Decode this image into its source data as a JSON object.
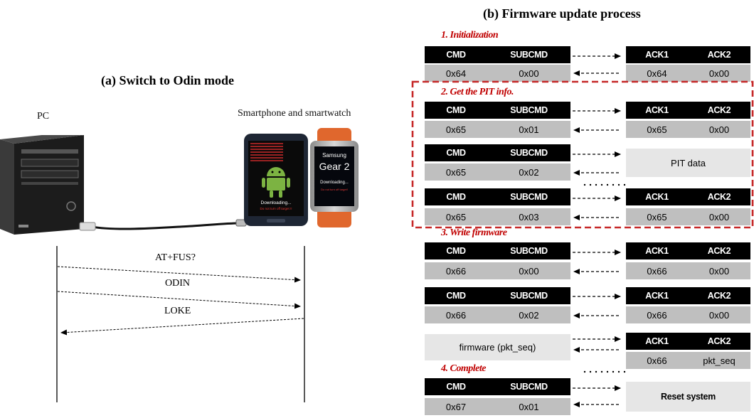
{
  "left": {
    "title": "(a) Switch to Odin mode",
    "pc_label": "PC",
    "devices_label": "Smartphone and smartwatch",
    "phone_screen_text": "Downloading...",
    "phone_screen_subtext": "Do not turn off target !!",
    "watch_brand": "Samsung",
    "watch_model": "Gear 2",
    "watch_screen_text": "Downloading...",
    "watch_screen_subtext": "Do not turn off target!",
    "messages": [
      "AT+FUS?",
      "ODIN",
      "LOKE"
    ]
  },
  "right": {
    "title": "(b) Firmware update process",
    "headers": {
      "cmd": "CMD",
      "subcmd": "SUBCMD",
      "ack1": "ACK1",
      "ack2": "ACK2"
    },
    "steps": {
      "s1": "1. Initialization",
      "s2": "2. Get the PIT info.",
      "s3": "3. Write firmware",
      "s4": "4. Complete"
    },
    "rows": {
      "r1": {
        "cmd": "0x64",
        "subcmd": "0x00",
        "ack1": "0x64",
        "ack2": "0x00"
      },
      "r2": {
        "cmd": "0x65",
        "subcmd": "0x01",
        "ack1": "0x65",
        "ack2": "0x00"
      },
      "r3": {
        "cmd": "0x65",
        "subcmd": "0x02",
        "response": "PIT data"
      },
      "r4": {
        "cmd": "0x65",
        "subcmd": "0x03",
        "ack1": "0x65",
        "ack2": "0x00"
      },
      "r5": {
        "cmd": "0x66",
        "subcmd": "0x00",
        "ack1": "0x66",
        "ack2": "0x00"
      },
      "r6": {
        "cmd": "0x66",
        "subcmd": "0x02",
        "ack1": "0x66",
        "ack2": "0x00"
      },
      "r7": {
        "payload": "firmware (pkt_seq)",
        "ack1": "0x66",
        "ack2": "pkt_seq"
      },
      "r8": {
        "cmd": "0x67",
        "subcmd": "0x01",
        "response": "Reset system"
      }
    },
    "colors": {
      "step_red": "#c00000",
      "header_black": "#000000",
      "value_gray": "#bfbfbf",
      "light_gray": "#e6e6e6"
    }
  }
}
